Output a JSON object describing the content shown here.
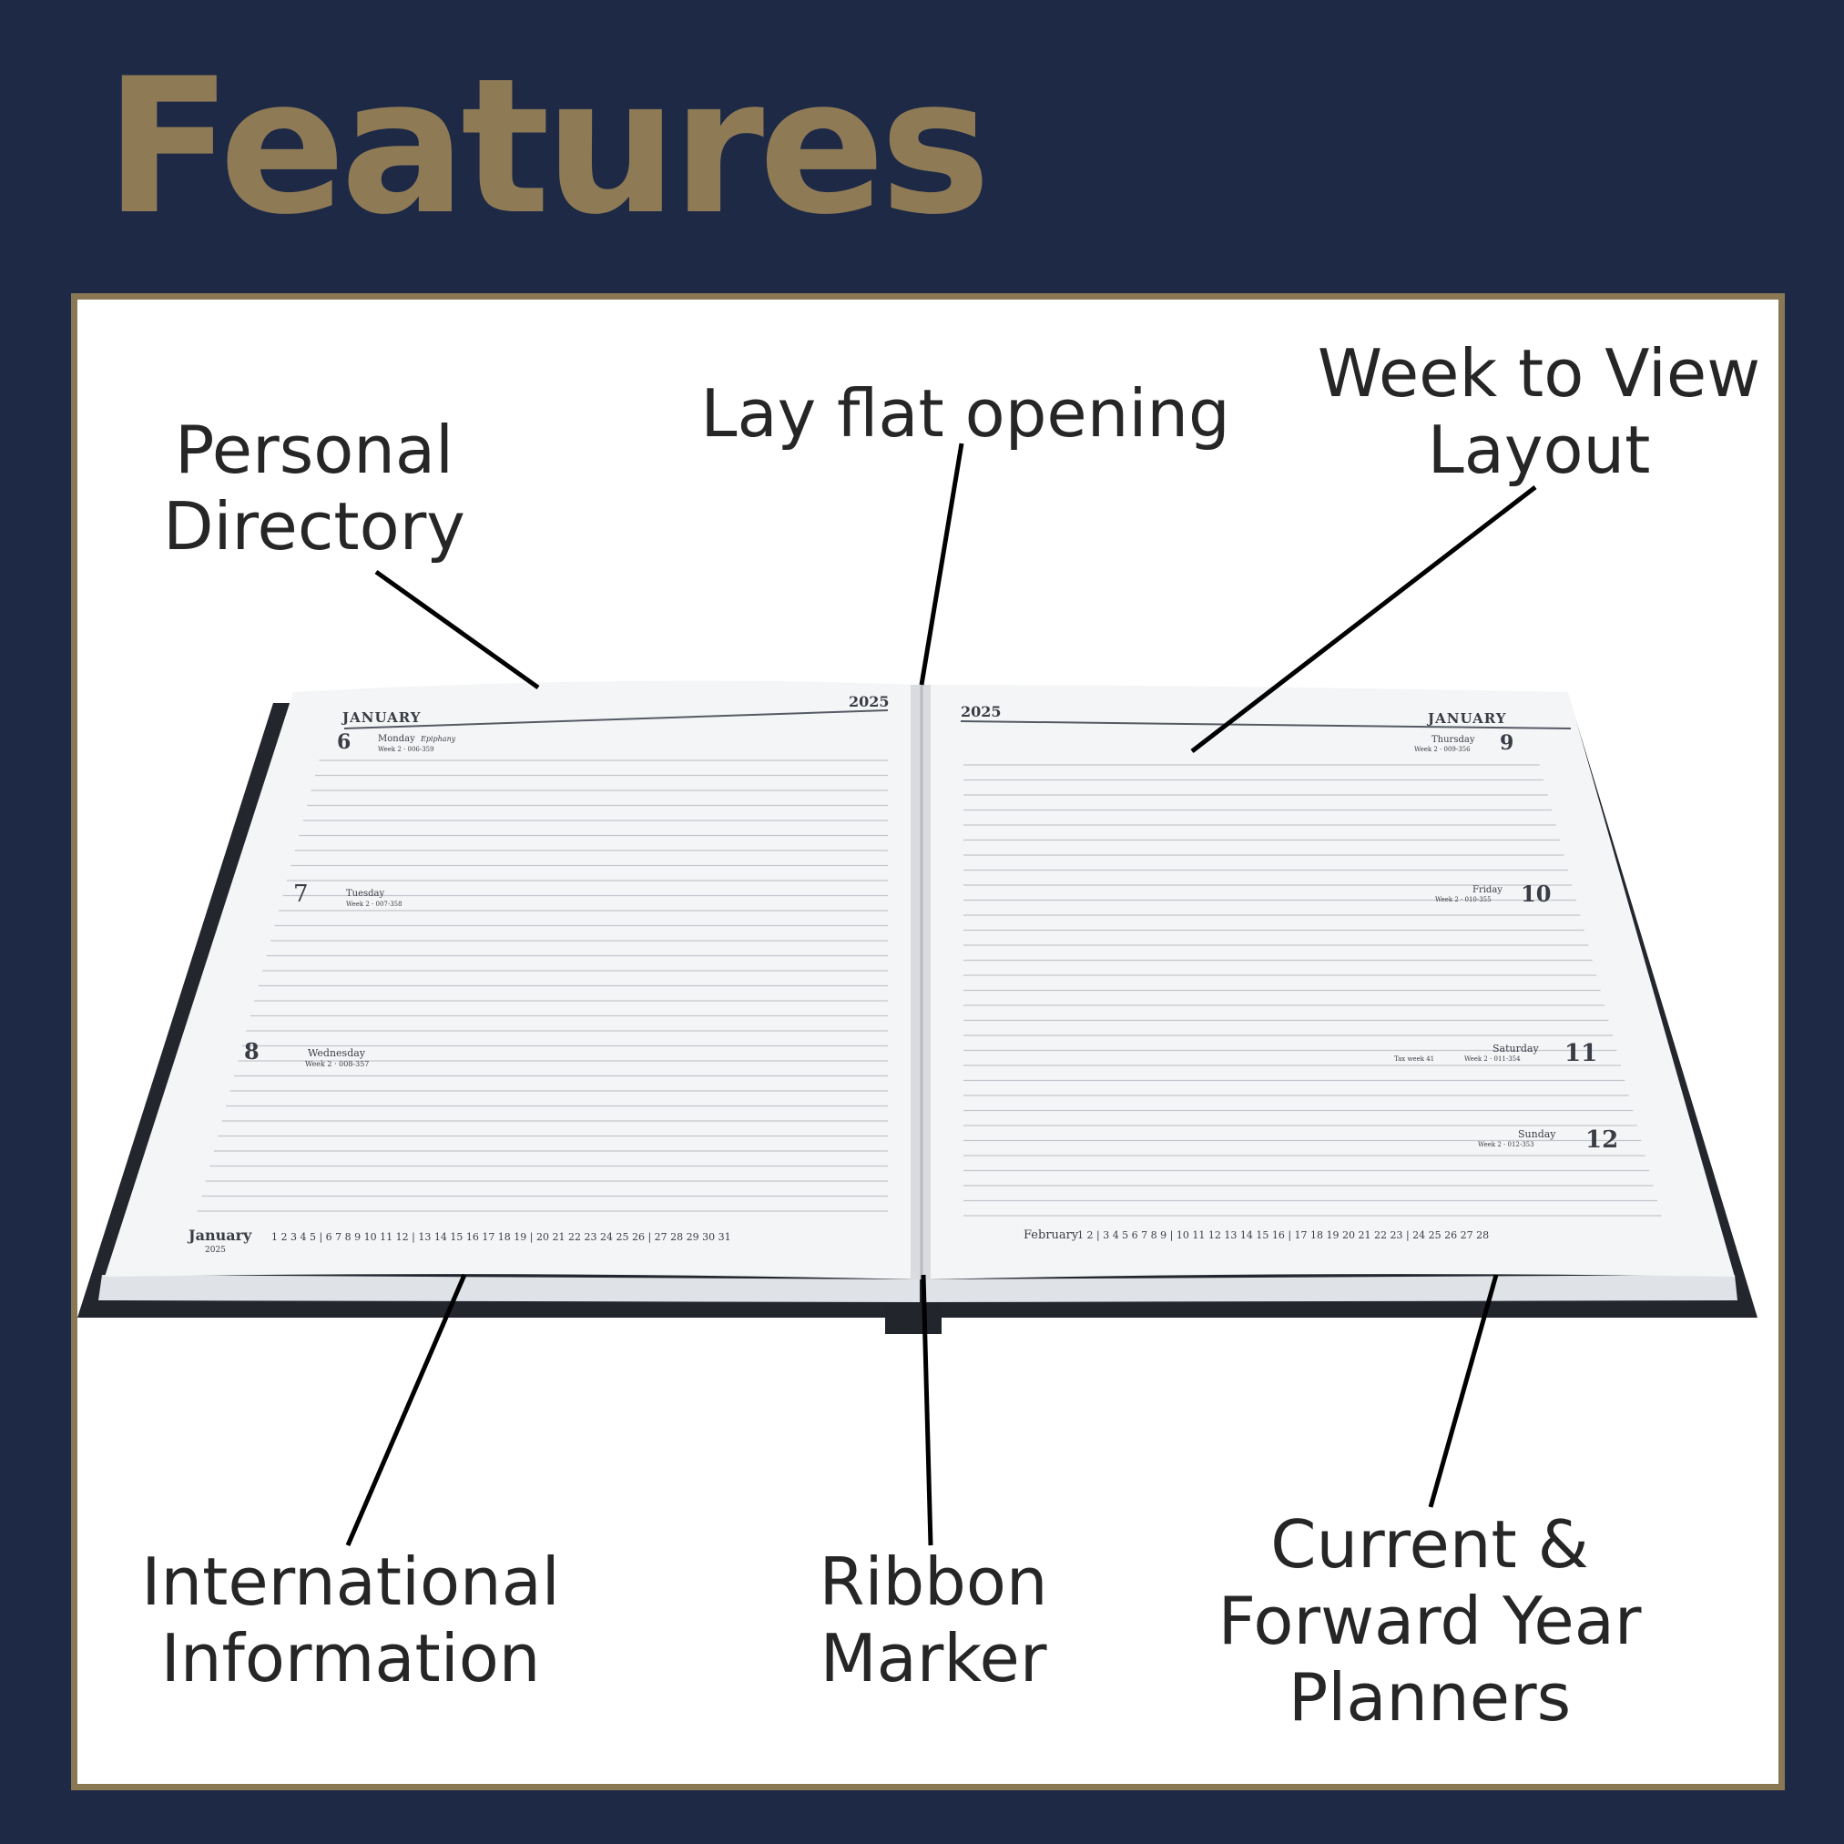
{
  "page": {
    "title": "Features",
    "colors": {
      "background": "#1d2945",
      "title": "#8f7a56",
      "panel": "#ffffff",
      "panel_border": "#8a7754",
      "label_text": "#262626",
      "leader_line": "#000000"
    }
  },
  "callouts": [
    {
      "id": "personal-directory",
      "text": "Personal\nDirectory"
    },
    {
      "id": "lay-flat-opening",
      "text": "Lay flat opening"
    },
    {
      "id": "week-to-view",
      "text": "Week to View\nLayout"
    },
    {
      "id": "international-information",
      "text": "International\nInformation"
    },
    {
      "id": "ribbon-marker",
      "text": "Ribbon\nMarker"
    },
    {
      "id": "year-planners",
      "text": "Current &\nForward Year\nPlanners"
    }
  ],
  "diary": {
    "left_page": {
      "month": "JANUARY",
      "year": "2025",
      "days": [
        {
          "number": "6",
          "name": "Monday",
          "note": "Epiphany",
          "week": "Week 2 · 006-359"
        },
        {
          "number": "7",
          "name": "Tuesday",
          "week": "Week 2 · 007-358"
        },
        {
          "number": "8",
          "name": "Wednesday",
          "week": "Week 2 · 008-357"
        }
      ],
      "footer_month": "January",
      "footer_year": "2025",
      "footer_dates": "1  2  3  4  5 | 6  7  8  9  10 11 12 | 13 14 15 16 17 18 19 | 20 21 22 23 24 25 26 | 27 28 29 30 31"
    },
    "right_page": {
      "month": "JANUARY",
      "year": "2025",
      "days": [
        {
          "number": "9",
          "name": "Thursday",
          "week": "Week 2 · 009-356"
        },
        {
          "number": "10",
          "name": "Friday",
          "week": "Week 2 · 010-355"
        },
        {
          "number": "11",
          "name": "Saturday",
          "extra": "Tax week 41",
          "week": "Week 2 · 011-354"
        },
        {
          "number": "12",
          "name": "Sunday",
          "week": "Week 2 · 012-353"
        }
      ],
      "footer_month": "February",
      "footer_dates": "1  2 | 3  4  5  6  7  8  9 | 10 11 12 13 14 15 16 | 17 18 19 20 21 22 23 | 24 25 26 27 28"
    }
  }
}
